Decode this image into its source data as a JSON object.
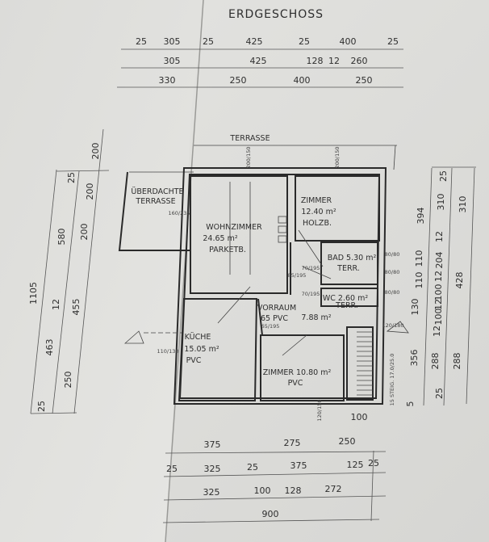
{
  "title": "ERDGESCHOSS",
  "dims_top": {
    "row1": [
      "25",
      "305",
      "25",
      "425",
      "25",
      "400",
      "25"
    ],
    "row2": [
      "305",
      "425",
      "128",
      "12",
      "260"
    ],
    "row3": [
      "330",
      "250",
      "400",
      "250"
    ]
  },
  "dims_bottom": {
    "row1": [
      "375",
      "275",
      "250"
    ],
    "row2": [
      "25",
      "325",
      "25",
      "375",
      "125",
      "25"
    ],
    "row3": [
      "325",
      "100",
      "128",
      "272"
    ],
    "total": "900"
  },
  "dims_left": [
    "200",
    "25",
    "200",
    "580",
    "200",
    "1105",
    "12",
    "455",
    "463",
    "250",
    "25"
  ],
  "dims_right": [
    "25",
    "394",
    "310",
    "310",
    "12",
    "110",
    "204",
    "110",
    "12",
    "100",
    "428",
    "130",
    "12",
    "100",
    "12",
    "356",
    "288",
    "288",
    "25",
    "5"
  ],
  "rooms": {
    "terrace": "TERRASSE",
    "covered_terrace": [
      "ÜBERDACHTE",
      "TERRASSE"
    ],
    "living": [
      "WOHNZIMMER",
      "24.65 m²",
      "PARKETB."
    ],
    "room1": [
      "ZIMMER",
      "12.40 m²",
      "HOLZB."
    ],
    "bath": [
      "BAD 5.30 m²",
      "TERR."
    ],
    "wc": [
      "WC 2.60 m²",
      "TERR."
    ],
    "hall": [
      "VORRAUM",
      "65 PVC",
      "7.88 m²"
    ],
    "kitchen": [
      "KÜCHE",
      "15.05 m²",
      "PVC"
    ],
    "room2": [
      "ZIMMER 10.80 m²",
      "PVC"
    ]
  },
  "stairs": {
    "label": "15 STEIG. 17.0/25.0",
    "width": "100"
  },
  "door_notes": [
    "160/235",
    "110/130",
    "80/80",
    "80/80",
    "80/80",
    "85/195",
    "70/195",
    "70/195",
    "65/195",
    "120/180",
    "120/150",
    "200/150",
    "200/150"
  ]
}
